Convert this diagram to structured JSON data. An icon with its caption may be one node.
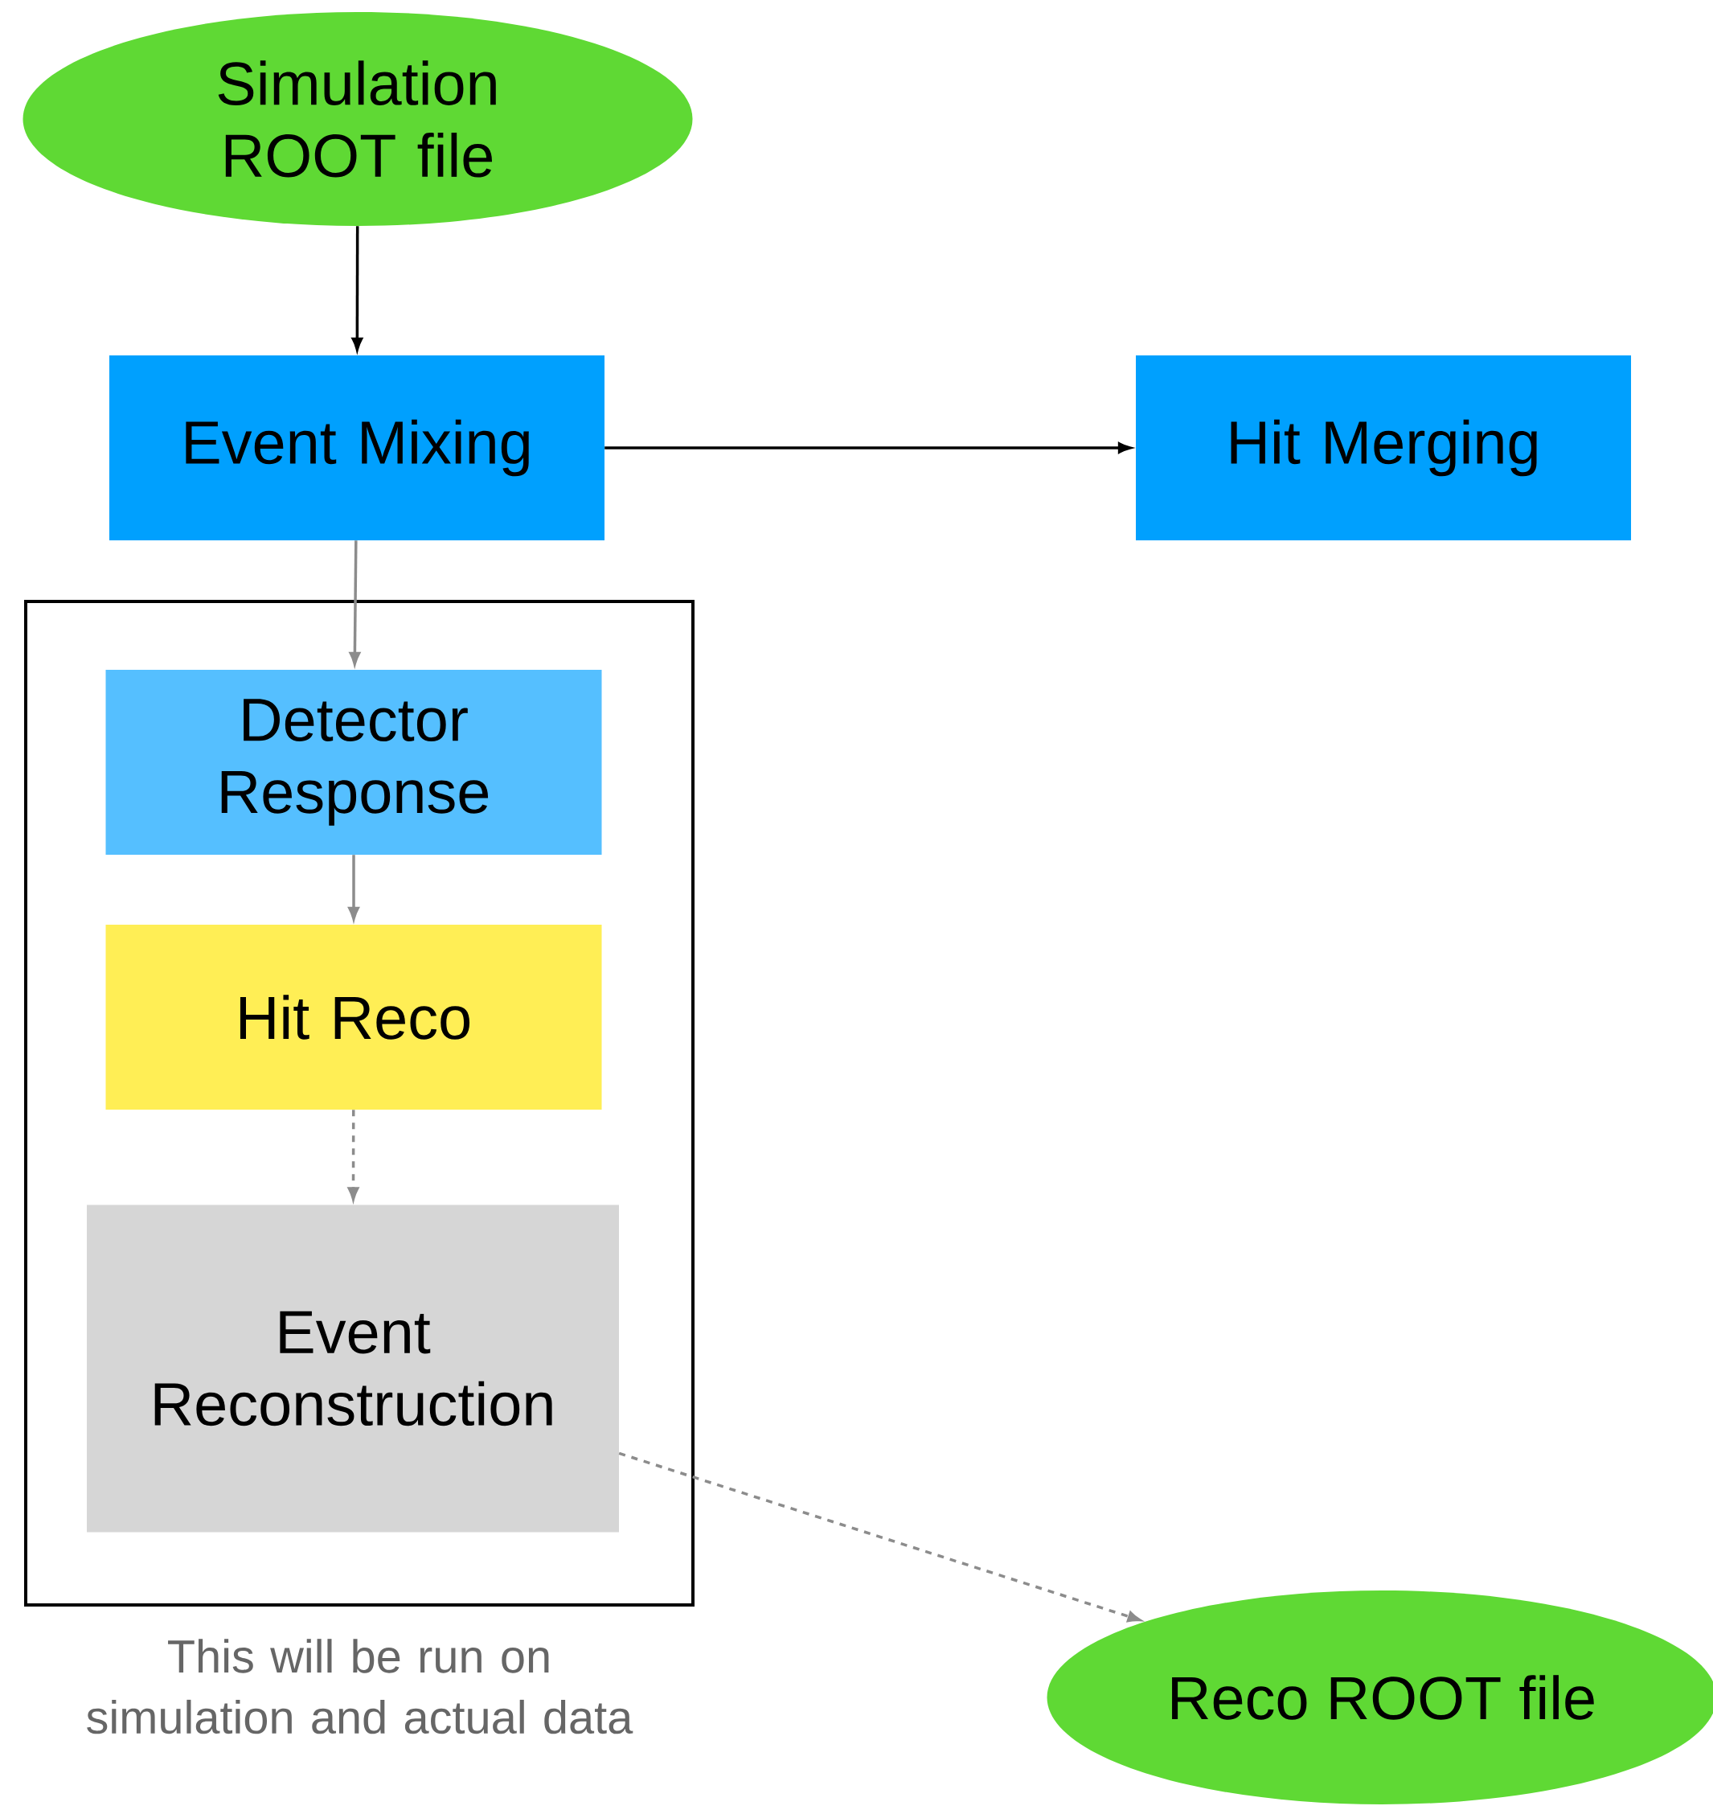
{
  "diagram": {
    "nodes": [
      {
        "text": [
          "Simulation ROOT file"
        ]
      },
      {
        "text": [
          "Event Mixing"
        ]
      },
      {
        "text": [
          "Hit Merging"
        ]
      },
      {
        "text": [],
        "shape": "box",
        "beside": [
          "This will be run on simulation and actual data"
        ]
      },
      {
        "text": [
          "Detector Response"
        ],
        "in": 3
      },
      {
        "text": [
          "Hit Reco"
        ],
        "in": 3
      },
      {
        "text": [
          "Event Reconstruction"
        ],
        "in": 3
      },
      {
        "text": [
          "Reco ROOT file"
        ]
      }
    ],
    "edges": [
      {
        "from": 0,
        "to": 1,
        "arrow": "to",
        "color": "#000000"
      },
      {
        "from": 1,
        "to": 2,
        "arrow": "to",
        "color": "#000000"
      },
      {
        "from": 1,
        "to": 4,
        "arrow": "to"
      },
      {
        "from": 4,
        "to": 5,
        "arrow": "to"
      },
      {
        "from": 5,
        "to": 6,
        "arrow": "to",
        "style": "dashed"
      },
      {
        "from": 6,
        "to": 7,
        "arrow": "to",
        "style": "dashed"
      }
    ]
  }
}
